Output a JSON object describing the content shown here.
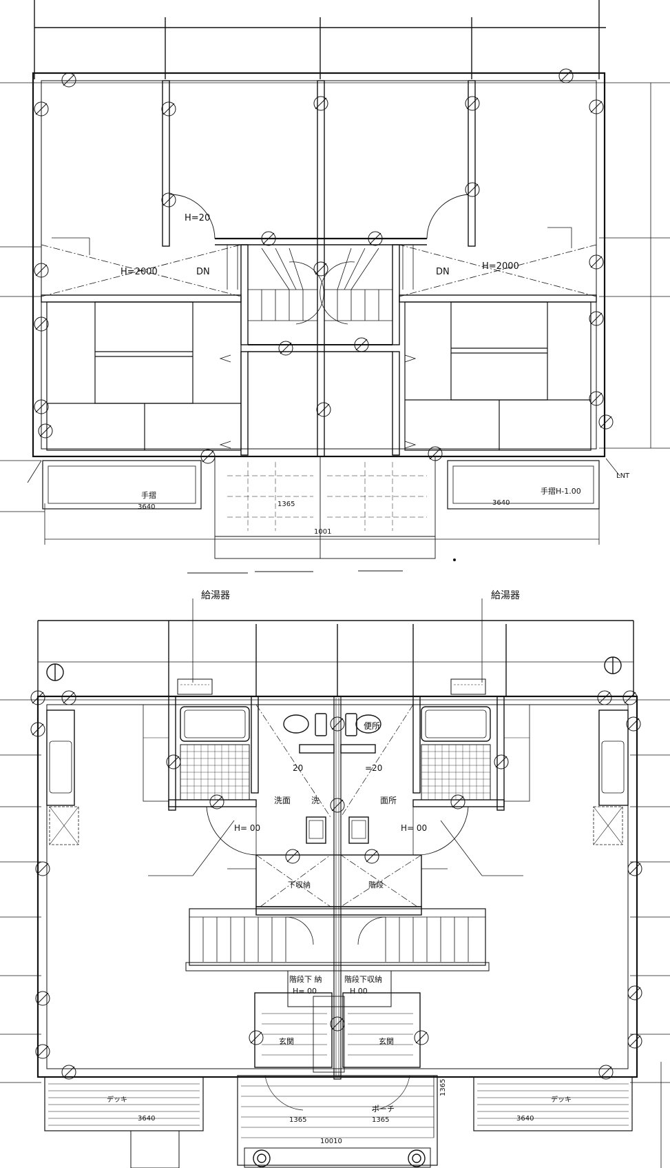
{
  "upper_floor": {
    "stairs_labels": [
      "DN",
      "DN"
    ],
    "ceiling_heights": [
      "H=2000",
      "H=2000"
    ],
    "door_heights": [
      "H=20"
    ],
    "balcony_labels": [
      "手摺",
      "手摺H-1.00"
    ],
    "dimensions": {
      "balcony_left": "3640",
      "balcony_right": "3640",
      "entrance": "1365",
      "center": "1001"
    },
    "corner_label": "LNT"
  },
  "lower_floor": {
    "water_heater_labels": [
      "給湯器",
      "給湯器"
    ],
    "toilet_label": "便所",
    "washroom_labels": [
      "洗面",
      "洗",
      "面所"
    ],
    "heights": [
      "20",
      "=20",
      "H=  00",
      "H=  00"
    ],
    "storage_labels": [
      "下収納",
      "階段"
    ],
    "under_stair_storage": [
      "階段下  納",
      "階段下収納"
    ],
    "under_stair_heights": [
      "H=  00",
      "H  00"
    ],
    "entrance_labels": [
      "玄関",
      "玄関"
    ],
    "deck_labels": [
      "デッキ",
      "デッキ"
    ],
    "porch_label": "ポーチ",
    "dimensions": {
      "deck_left": "3640",
      "deck_right": "3640",
      "porch_left": "1365",
      "porch_right": "1365",
      "porch_depth": "1365",
      "total": "10010"
    }
  }
}
